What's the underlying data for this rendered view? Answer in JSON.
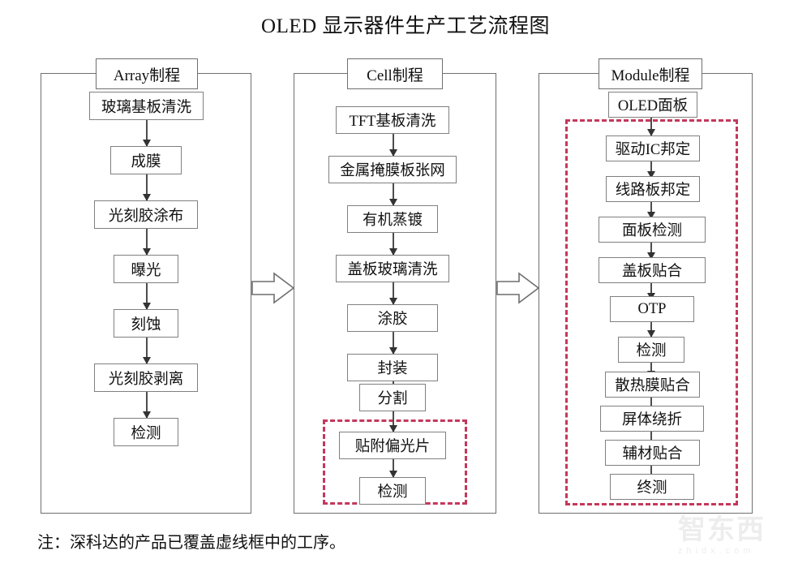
{
  "title": "OLED 显示器件生产工艺流程图",
  "footnote": "注：深科达的产品已覆盖虚线框中的工序。",
  "colors": {
    "dashed_highlight": "#c4385c",
    "box_border": "#808080",
    "column_border": "#6f6f6f",
    "text": "#111111"
  },
  "watermark": {
    "brand": "智东西",
    "site": "zhidx.com"
  },
  "columns": [
    {
      "id": "array",
      "header": "Array制程",
      "steps": [
        {
          "label": "玻璃基板清洗"
        },
        {
          "label": "成膜"
        },
        {
          "label": "光刻胶涂布"
        },
        {
          "label": "曝光"
        },
        {
          "label": "刻蚀"
        },
        {
          "label": "光刻胶剥离"
        },
        {
          "label": "检测"
        }
      ],
      "highlight": null
    },
    {
      "id": "cell",
      "header": "Cell制程",
      "steps": [
        {
          "label": "TFT基板清洗"
        },
        {
          "label": "金属掩膜板张网"
        },
        {
          "label": "有机蒸镀"
        },
        {
          "label": "盖板玻璃清洗"
        },
        {
          "label": "涂胶"
        },
        {
          "label": "封装"
        },
        {
          "label": "分割"
        },
        {
          "label": "贴附偏光片"
        },
        {
          "label": "检测"
        }
      ],
      "highlight": {
        "from_step": 7,
        "to_step": 8
      }
    },
    {
      "id": "module",
      "header": "Module制程",
      "steps": [
        {
          "label": "OLED面板"
        },
        {
          "label": "驱动IC邦定"
        },
        {
          "label": "线路板邦定"
        },
        {
          "label": "面板检测"
        },
        {
          "label": "盖板贴合"
        },
        {
          "label": "OTP"
        },
        {
          "label": "检测"
        },
        {
          "label": "散热膜贴合"
        },
        {
          "label": "屏体绕折"
        },
        {
          "label": "辅材贴合"
        },
        {
          "label": "终测"
        }
      ],
      "highlight": {
        "from_step": 1,
        "to_step": 10
      }
    }
  ],
  "stage_arrows": [
    {
      "from": "array",
      "to": "cell"
    },
    {
      "from": "cell",
      "to": "module"
    }
  ]
}
